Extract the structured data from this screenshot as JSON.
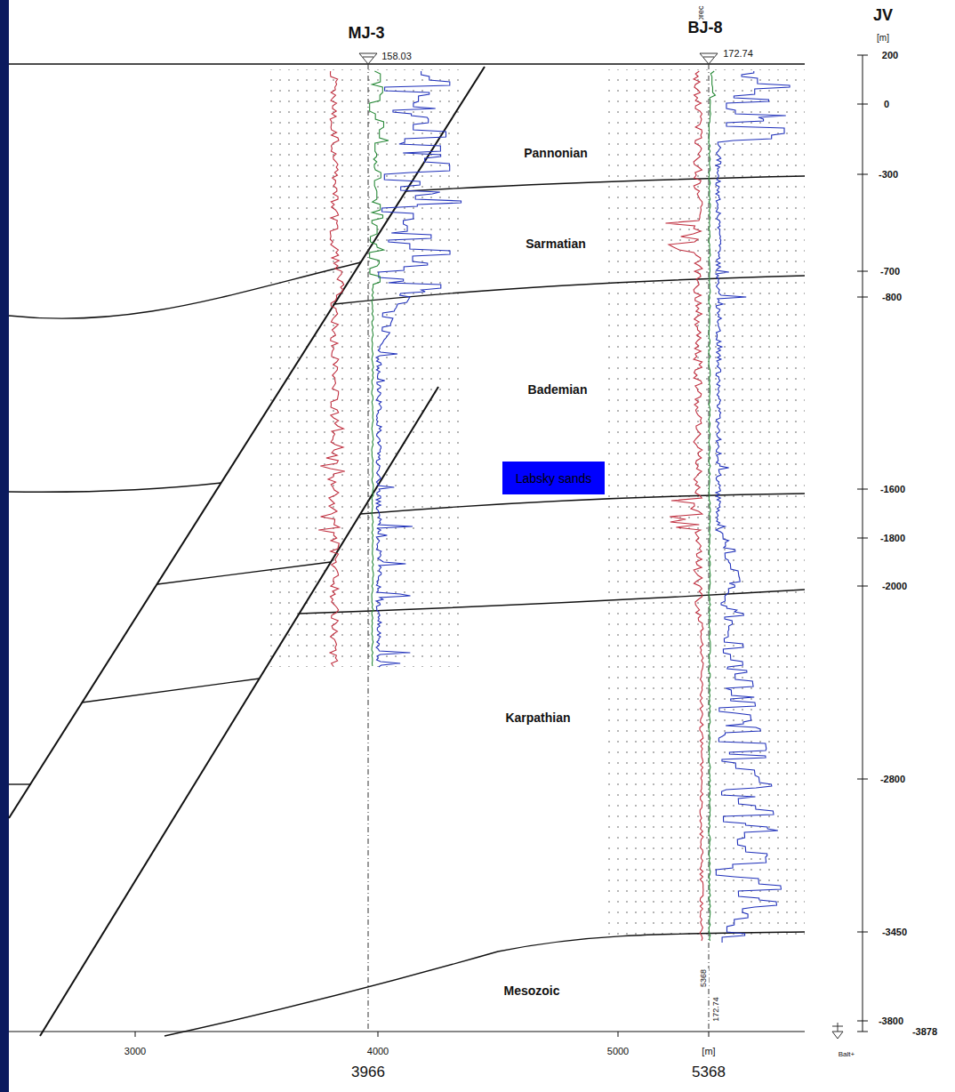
{
  "diagram": {
    "nodes": [
      {
        "text": [
          "Labsky sands"
        ]
      }
    ],
    "labels": [
      "MJ-3",
      "158.03",
      "kaprec",
      "BJ-8",
      "172.74",
      "JV",
      "[m]",
      "200",
      "0",
      "-300",
      "-700",
      "-800",
      "-1600",
      "-1800",
      "-2000",
      "-2800",
      "-3450",
      "Pannonian",
      "Sarmatian",
      "Bademian",
      "Karpathian",
      "Mesozoic",
      "5368",
      "172.74",
      "3000",
      "4000",
      "5000",
      "[m]",
      "-3800",
      "-3878",
      "Balt+",
      "3966",
      "5368"
    ]
  }
}
